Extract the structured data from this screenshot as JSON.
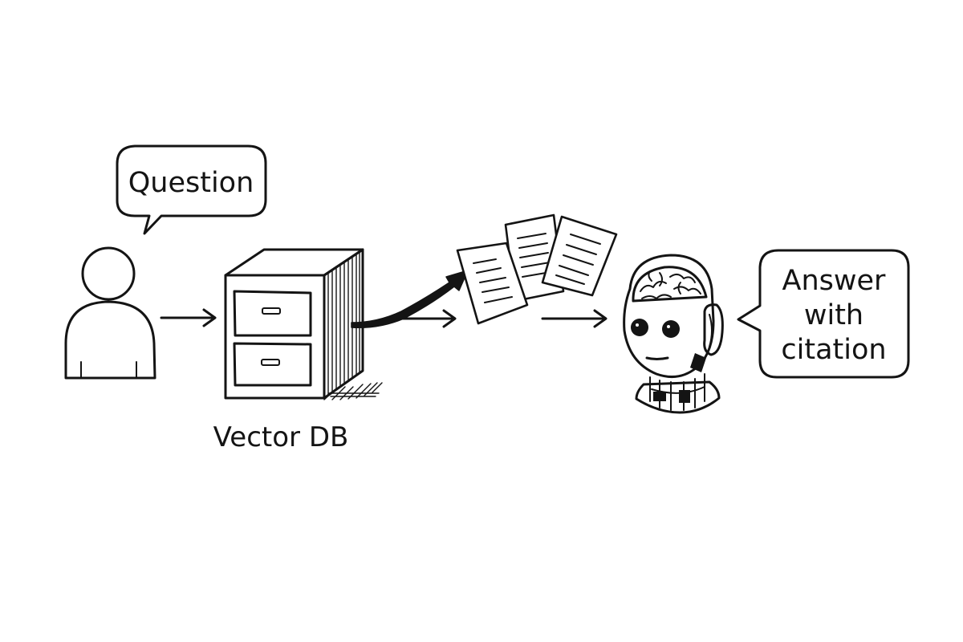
{
  "diagram": {
    "question_bubble": {
      "text": "Question"
    },
    "vector_db": {
      "label": "Vector DB"
    },
    "answer_bubble": {
      "lines": [
        "Answer",
        "with",
        "citation"
      ]
    }
  },
  "colors": {
    "ink": "#141414",
    "paper": "#ffffff"
  },
  "icons": [
    "person-icon",
    "filing-cabinet-icon",
    "document-icon",
    "robot-head-icon",
    "speech-bubble-icon",
    "arrow-icon"
  ]
}
